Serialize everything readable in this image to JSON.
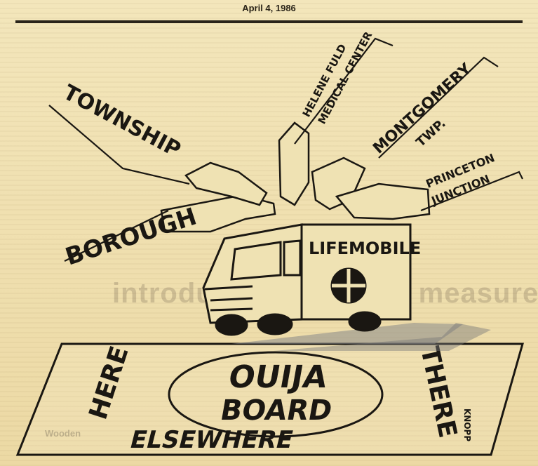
{
  "dateline": "April 4, 1986",
  "faded_headline": "introduces insurance measure",
  "faded_text_left": "Wooden",
  "labels": {
    "township": "TOWNSHIP",
    "borough": "BOROUGH",
    "helene_line1": "HELENE FULD",
    "helene_line2": "MEDICAL CENTER",
    "montgomery_line1": "MONTGOMERY",
    "montgomery_line2": "TWP.",
    "princeton_line1": "PRINCETON",
    "princeton_line2": "JUNCTION",
    "vehicle": "LIFEMOBILE",
    "board_line1": "OUIJA",
    "board_line2": "BOARD",
    "board_left": "HERE",
    "board_right": "THERE",
    "board_bottom": "ELSEWHERE",
    "signature": "KNOPP"
  },
  "colors": {
    "paper": "#f1e2b0",
    "ink": "#1a1712"
  }
}
